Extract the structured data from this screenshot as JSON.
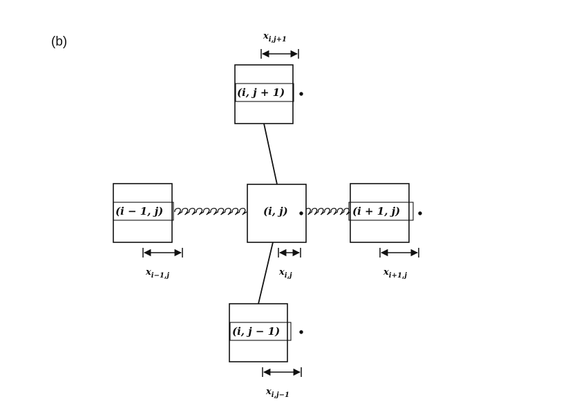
{
  "panel_label": "(b)",
  "nodes": {
    "top": {
      "label": "(i, j + 1)"
    },
    "left": {
      "label": "(i − 1, j)"
    },
    "center": {
      "label": "(i, j)"
    },
    "right": {
      "label": "(i + 1, j)"
    },
    "bottom": {
      "label": "(i, j − 1)"
    }
  },
  "dimensions": {
    "top": {
      "label": "x",
      "sub": "i,j+1"
    },
    "left": {
      "label": "x",
      "sub": "i−1,j"
    },
    "center": {
      "label": "x",
      "sub": "i,j"
    },
    "right": {
      "label": "x",
      "sub": "i+1,j"
    },
    "bottom": {
      "label": "x",
      "sub": "i,j−1"
    }
  }
}
